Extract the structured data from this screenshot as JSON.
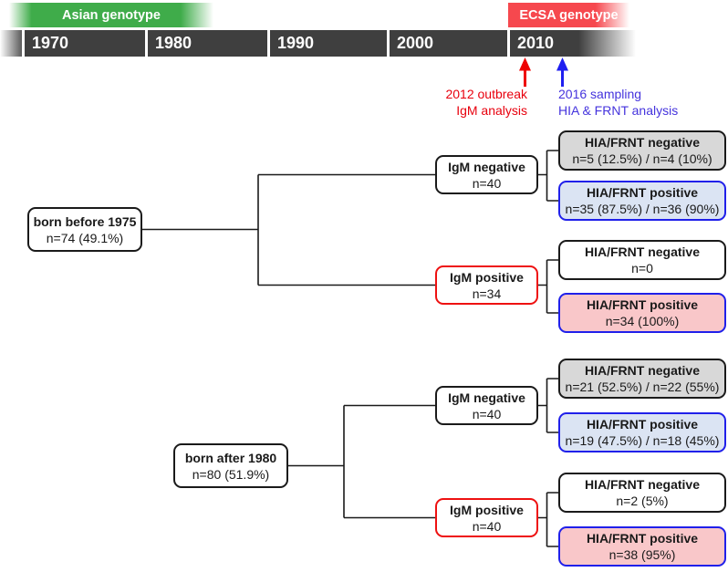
{
  "figure": {
    "timeline": {
      "asian_label": "Asian genotype",
      "ecsa_label": "ECSA genotype",
      "decades": [
        "1970",
        "1980",
        "1990",
        "2000",
        "2010"
      ]
    },
    "annotations": {
      "outbreak_line1": "2012 outbreak",
      "outbreak_line2": "IgM analysis",
      "sampling_line1": "2016 sampling",
      "sampling_line2": "HIA & FRNT analysis"
    },
    "tree": {
      "cohort_before": {
        "root": {
          "title": "born before 1975",
          "subtitle": "n=74 (49.1%)"
        },
        "igm_negative": {
          "title": "IgM negative",
          "subtitle": "n=40"
        },
        "igm_positive": {
          "title": "IgM positive",
          "subtitle": "n=34"
        },
        "leaves": [
          {
            "title": "HIA/FRNT negative",
            "subtitle": "n=5 (12.5%) / n=4 (10%)",
            "style": "gray"
          },
          {
            "title": "HIA/FRNT positive",
            "subtitle": "n=35 (87.5%) / n=36 (90%)",
            "style": "blue"
          },
          {
            "title": "HIA/FRNT negative",
            "subtitle": "n=0",
            "style": "white"
          },
          {
            "title": "HIA/FRNT positive",
            "subtitle": "n=34 (100%)",
            "style": "pink"
          }
        ]
      },
      "cohort_after": {
        "root": {
          "title": "born after 1980",
          "subtitle": "n=80 (51.9%)"
        },
        "igm_negative": {
          "title": "IgM negative",
          "subtitle": "n=40"
        },
        "igm_positive": {
          "title": "IgM positive",
          "subtitle": "n=40"
        },
        "leaves": [
          {
            "title": "HIA/FRNT negative",
            "subtitle": "n=21 (52.5%) / n=22 (55%)",
            "style": "gray"
          },
          {
            "title": "HIA/FRNT positive",
            "subtitle": "n=19 (47.5%) / n=18 (45%)",
            "style": "blue"
          },
          {
            "title": "HIA/FRNT negative",
            "subtitle": "n=2 (5%)",
            "style": "white"
          },
          {
            "title": "HIA/FRNT positive",
            "subtitle": "n=38 (95%)",
            "style": "pink"
          }
        ]
      }
    },
    "colors": {
      "asian_green": "#3fac4a",
      "ecsa_red": "#f6484e",
      "timeline_gray": "#3f3f3f",
      "outbreak_red": "#e8000d",
      "sampling_blue": "#4433dd",
      "arrow_red": "#ee0000",
      "arrow_blue": "#1f1ff0",
      "leaf_gray_bg": "#d8d8d8",
      "leaf_blue_bg": "#dbe4f3",
      "leaf_pink_bg": "#f9c7c9",
      "leaf_blue_border": "#2020ea",
      "igm_positive_border": "#ee1111"
    }
  }
}
